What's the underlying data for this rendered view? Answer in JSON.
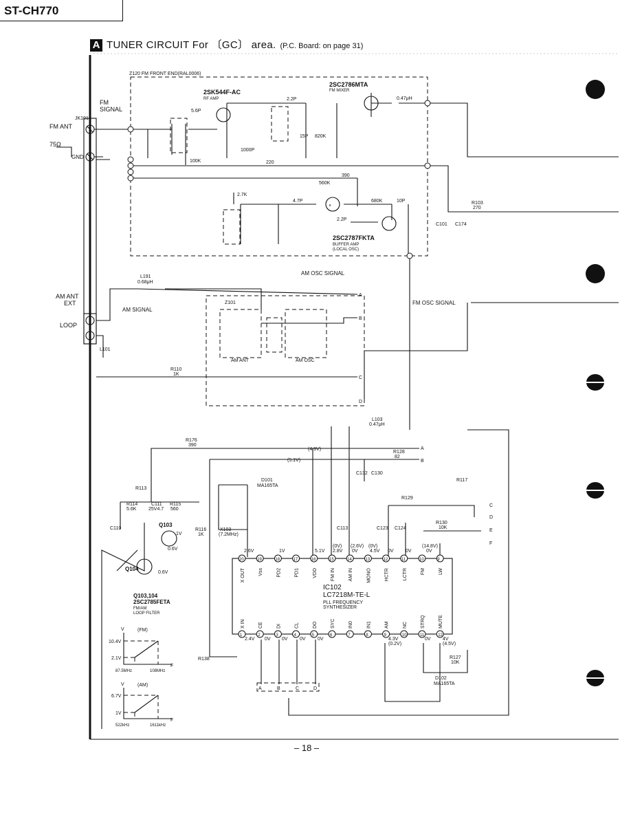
{
  "model": "ST-CH770",
  "section_letter": "A",
  "title": "TUNER CIRCUIT For 〔GC〕 area.",
  "board_ref": "(P.C. Board: on page 31)",
  "page_number": "– 18 –",
  "frontend": {
    "title": "Z120 FM FRONT END(RAL0006)",
    "rf_amp": "2SK544F-AC",
    "rf_amp_sub": "RF AMP",
    "mixer": "2SC2786MTA",
    "mixer_sub": "FM MIXER",
    "osc": "2SC2787FKTA",
    "osc_sub1": "BUFFER AMP",
    "osc_sub2": "(LOCAL OSC)"
  },
  "input": {
    "jack": "JK101",
    "fm_ant": "FM ANT",
    "ohm": "75Ω",
    "gnd": "GND",
    "fm_signal1": "FM",
    "fm_signal2": "SIGNAL",
    "am_ant1": "AM ANT",
    "am_ant2": "EXT",
    "loop": "LOOP",
    "am_signal": "AM SIGNAL",
    "am_osc_signal": "AM OSC SIGNAL",
    "fm_osc_signal": "FM OSC SIGNAL"
  },
  "am_block": {
    "z": "Z101",
    "ant": "AM ANT",
    "osc": "AM OSC"
  },
  "ic": {
    "ref": "IC102",
    "part": "LC7218M-TE-L",
    "desc1": "PLL FREQUENCY",
    "desc2": "SYNTHESIZER",
    "top_pins": [
      "X OUT",
      "Vss",
      "PD2",
      "PD1",
      "VDD",
      "FM IN",
      "AM IN",
      "MONO",
      "HCTR",
      "LCTR",
      "FM",
      "LW"
    ],
    "top_nums": [
      "20",
      "19",
      "18",
      "17",
      "16",
      "15",
      "14",
      "13",
      "12",
      "11",
      "10",
      "9"
    ],
    "bot_pins": [
      "X IN",
      "CE",
      "DI",
      "CL",
      "DO",
      "SYC",
      "IN0",
      "IN1",
      "AM",
      "NC",
      "STRQ",
      "MUTE"
    ],
    "bot_nums": [
      "1",
      "2",
      "3",
      "4",
      "5",
      "6",
      "7",
      "8",
      "9",
      "10",
      "11",
      "12"
    ]
  },
  "volts": {
    "v26": "2.6V",
    "v1": "1V",
    "v51": "5.1V",
    "v28": "2.8V",
    "v0": "0V",
    "v0p": "(0V)",
    "v26p": "(2.6V)",
    "v45": "4.5V",
    "v148": "(14.8V)",
    "v24": "2.4V",
    "v43": "4.3V",
    "v02": "(0.2V)",
    "v4": "4V",
    "v45p": "(4.5V)",
    "q1v": "1V",
    "q06": "0.6V",
    "q06b": "0.6V",
    "r149": "(4.9V)",
    "r51": "(5.1V)"
  },
  "parts": {
    "q103": "Q103",
    "q104": "Q104",
    "q_note1": "Q103,104",
    "q_note2": "2SC2785FETA",
    "q_note3": "FM/AM",
    "q_note4": "LOOP FILTER",
    "x103": "X103",
    "x103f": "(7.2MHz)",
    "d101": "D101",
    "d101p": "MA165TA",
    "d102": "D102",
    "d102p": "MA165TA",
    "r103": "R103",
    "r103v": "270",
    "r110": "R110",
    "r110v": "1K",
    "r176": "R176",
    "r176v": "390",
    "r128": "R128",
    "r128v": "82",
    "r129": "R129",
    "r130": "R130",
    "r130v": "10K",
    "r117": "R117",
    "r113": "R113",
    "r114": "R114",
    "r114v": "5.6K",
    "r115": "R115",
    "r115v": "560",
    "r116": "R116",
    "r116v": "1K",
    "r127": "R127",
    "r127v": "10K",
    "r138": "R138",
    "l191": "L191",
    "l191v": "0.68μH",
    "l103": "L103",
    "l103v": "0.47μH",
    "l101": "L101",
    "c111": "C111",
    "c111v": "25V4.7",
    "c110": "C110",
    "c101": "C101",
    "c174": "C174",
    "c113": "C113",
    "c123": "C123",
    "c124": "C124",
    "c132": "C132",
    "c130": "C130"
  },
  "fe_values": {
    "p56": "5.6P",
    "p22": "2.2P",
    "p047": "0.47μH",
    "p220": "220",
    "p560k": "560K",
    "p390": "390",
    "p27k": "2.7K",
    "p47": "4.7P",
    "p680k": "680K",
    "p10p": "10P",
    "p22b": "2.2P",
    "p100k": "100K",
    "p1000p": "1000P",
    "p820k": "820K",
    "p15p": "15P"
  },
  "graphs": {
    "fm": {
      "title": "(FM)",
      "y_hi": "10.4V",
      "y_lo": "2.1V",
      "x_lo": "87.5MHz",
      "x_hi": "108MHz",
      "vlabel": "V",
      "flabel": "F"
    },
    "am": {
      "title": "(AM)",
      "y_hi": "6.7V",
      "y_lo": "1V",
      "x_lo": "522kHz",
      "x_hi": "1611kHz",
      "vlabel": "V",
      "flabel": "F"
    }
  },
  "bus": {
    "a": "A",
    "b": "B",
    "c": "C",
    "d": "D",
    "e": "E",
    "f": "F"
  }
}
